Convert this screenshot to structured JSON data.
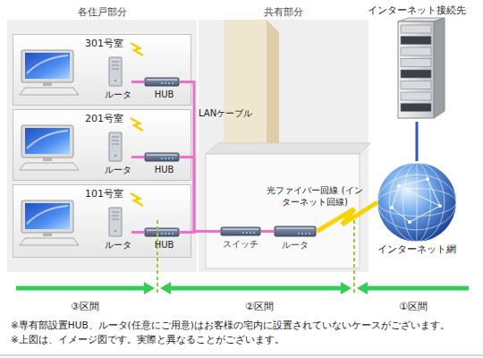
{
  "diagram": {
    "nodes": [
      {
        "text": [
          "各住戸部分"
        ]
      },
      {
        "text": [
          "共有部分"
        ]
      },
      {
        "text": [
          "301号室"
        ],
        "in": 0
      },
      {
        "text": [
          "201号室"
        ],
        "in": 0
      },
      {
        "text": [
          "101号室"
        ],
        "in": 0
      },
      {
        "text": [
          "ルータ"
        ],
        "in": 2
      },
      {
        "text": [
          "HUB"
        ],
        "in": 2
      },
      {
        "text": [
          "ルータ"
        ],
        "in": 3
      },
      {
        "text": [
          "HUB"
        ],
        "in": 3
      },
      {
        "text": [
          "ルータ"
        ],
        "in": 4
      },
      {
        "text": [
          "HUB"
        ],
        "in": 4
      },
      {
        "text": [
          "スイッチ"
        ],
        "in": 1
      },
      {
        "text": [
          "ルータ"
        ],
        "in": 1
      },
      {
        "text": [
          "インターネット接続先"
        ]
      },
      {
        "text": [
          "インターネット網"
        ]
      }
    ],
    "edges": [
      {
        "from": 5,
        "to": 6,
        "arrow": "none"
      },
      {
        "from": 7,
        "to": 8,
        "arrow": "none"
      },
      {
        "from": 9,
        "to": 10,
        "arrow": "none"
      },
      {
        "from": 6,
        "to": 11,
        "arrow": "none",
        "label": "LANケーブル"
      },
      {
        "from": 8,
        "to": 11,
        "arrow": "none"
      },
      {
        "from": 10,
        "to": 11,
        "arrow": "none"
      },
      {
        "from": 11,
        "to": 12,
        "arrow": "none"
      },
      {
        "from": 12,
        "to": 14,
        "arrow": "none",
        "label": "光ファイバー回線 (インターネット回線)"
      },
      {
        "from": 14,
        "to": 13,
        "arrow": "none"
      }
    ],
    "labels": [
      "③区間",
      "②区間",
      "①区間",
      "※専有部設置HUB、ルータ(任意にご用意)はお客様の宅内に設置されていないケースがございます。",
      "※上図は、イメージ図です。実際と異なることがございます。"
    ]
  }
}
